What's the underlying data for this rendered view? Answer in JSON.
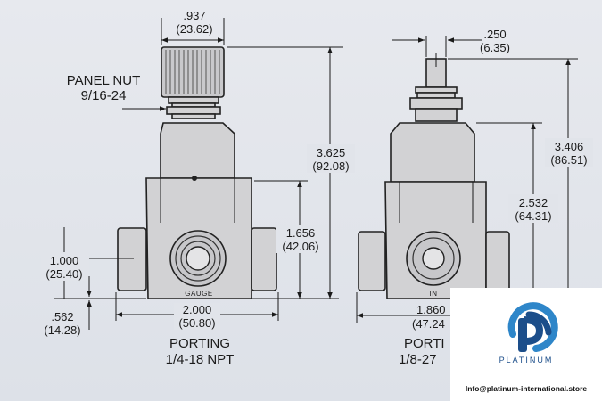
{
  "left_view": {
    "top_width": ".937",
    "top_width_mm": "(23.62)",
    "panel_nut_label": "PANEL NUT",
    "panel_nut_thread": "9/16-24",
    "height_total": "3.625",
    "height_total_mm": "(92.08)",
    "height_port": "1.656",
    "height_port_mm": "(42.06)",
    "port_center": "1.000",
    "port_center_mm": "(25.40)",
    "base_offset": ".562",
    "base_offset_mm": "(14.28)",
    "width": "2.000",
    "width_mm": "(50.80)",
    "port_tag": "GAUGE",
    "porting_title": "PORTING",
    "porting_thread": "1/4-18 NPT"
  },
  "right_view": {
    "stem_width": ".250",
    "stem_width_mm": "(6.35)",
    "height_total": "3.406",
    "height_total_mm": "(86.51)",
    "height_mid": "2.532",
    "height_mid_mm": "(64.31)",
    "width": "1.860",
    "width_mm": "(47.24",
    "port_tag": "IN",
    "porting_title": "PORTI",
    "porting_thread": "1/8-27"
  },
  "logo": {
    "name": "PLATINUM",
    "email": "Info@platinum-international.store",
    "colors": {
      "dark_blue": "#1c4e8a",
      "light_blue": "#2e86c9"
    }
  }
}
